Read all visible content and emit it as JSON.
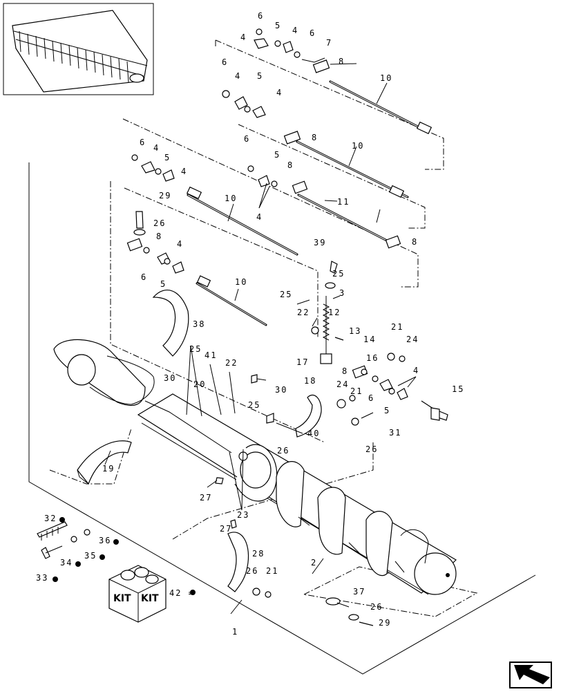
{
  "callouts": [
    "1",
    "2",
    "3",
    "4",
    "5",
    "6",
    "7",
    "8",
    "10",
    "11",
    "12",
    "13",
    "14",
    "15",
    "16",
    "17",
    "18",
    "19",
    "20",
    "21",
    "22",
    "23",
    "24",
    "25",
    "26",
    "27",
    "28",
    "29",
    "30",
    "31",
    "32",
    "33",
    "34",
    "35",
    "36",
    "37",
    "38",
    "39",
    "40",
    "41"
  ],
  "kit": {
    "box_label_1": "KIT",
    "box_label_2": "KIT",
    "legend_text": "42 ="
  },
  "icons": {
    "thumbnail": "header-assembly-thumbnail",
    "nav_arrow": "previous-page-arrow-icon",
    "kit_marker": "black-dot-marker"
  }
}
